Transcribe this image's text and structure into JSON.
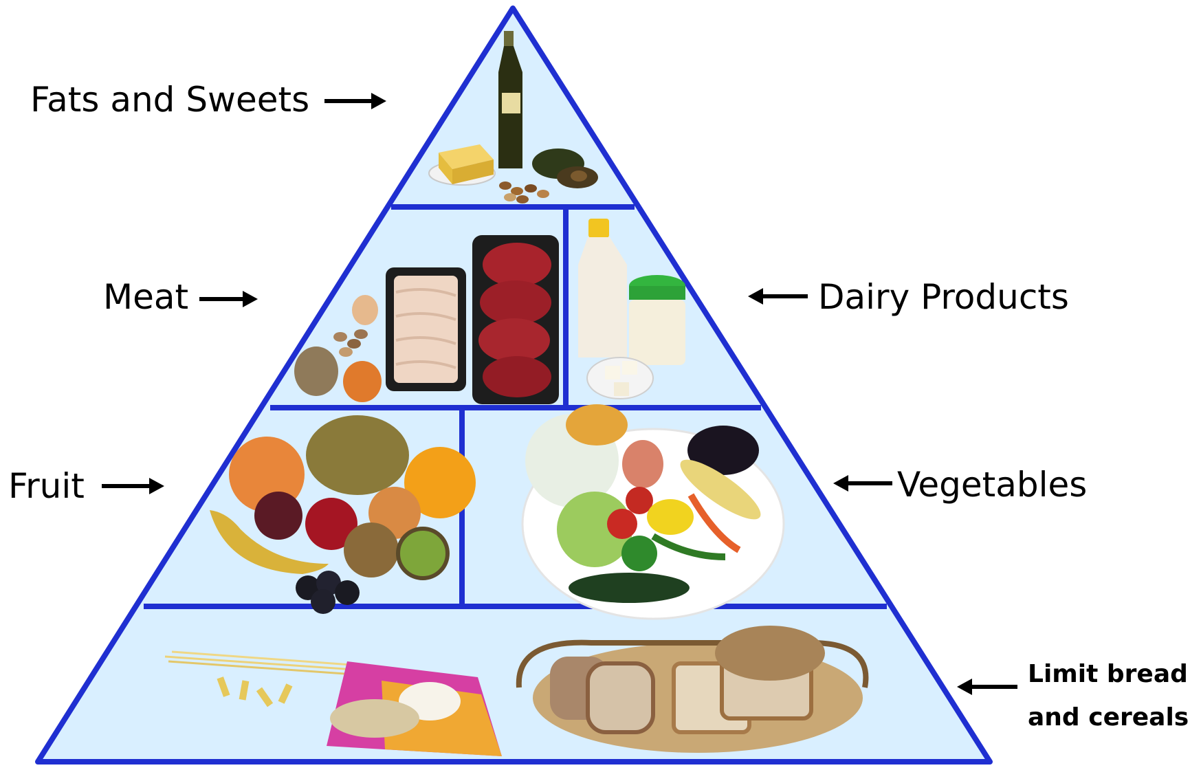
{
  "labels": {
    "fats_sweets": "Fats and Sweets",
    "meat": "Meat",
    "dairy": "Dairy Products",
    "fruit": "Fruit",
    "vegetables": "Vegetables",
    "bread_line1": "Limit bread",
    "bread_line2": "and cereals"
  },
  "colors": {
    "outline": "#1f2fd1",
    "fill": "#d9efff",
    "text": "#000000"
  },
  "icons": {
    "fats_sweets": [
      "olive-oil-bottle-icon",
      "butter-icon",
      "avocado-icon",
      "nuts-icon"
    ],
    "meat": [
      "egg-icon",
      "chicken-tray-icon",
      "beef-tray-icon",
      "lentils-icon",
      "beans-icon"
    ],
    "dairy": [
      "milk-bottle-icon",
      "yogurt-jar-icon",
      "cheese-plate-icon"
    ],
    "fruit": [
      "mango-icon",
      "pineapple-icon",
      "orange-icon",
      "apple-icon",
      "banana-icon",
      "kiwi-icon",
      "blackberries-icon"
    ],
    "vegetables": [
      "vegetable-bowl-icon",
      "cabbage-icon",
      "eggplant-icon",
      "corn-icon",
      "tomato-icon",
      "zucchini-icon"
    ],
    "grains": [
      "pasta-icon",
      "rice-icon",
      "oats-icon",
      "bread-basket-icon"
    ]
  }
}
